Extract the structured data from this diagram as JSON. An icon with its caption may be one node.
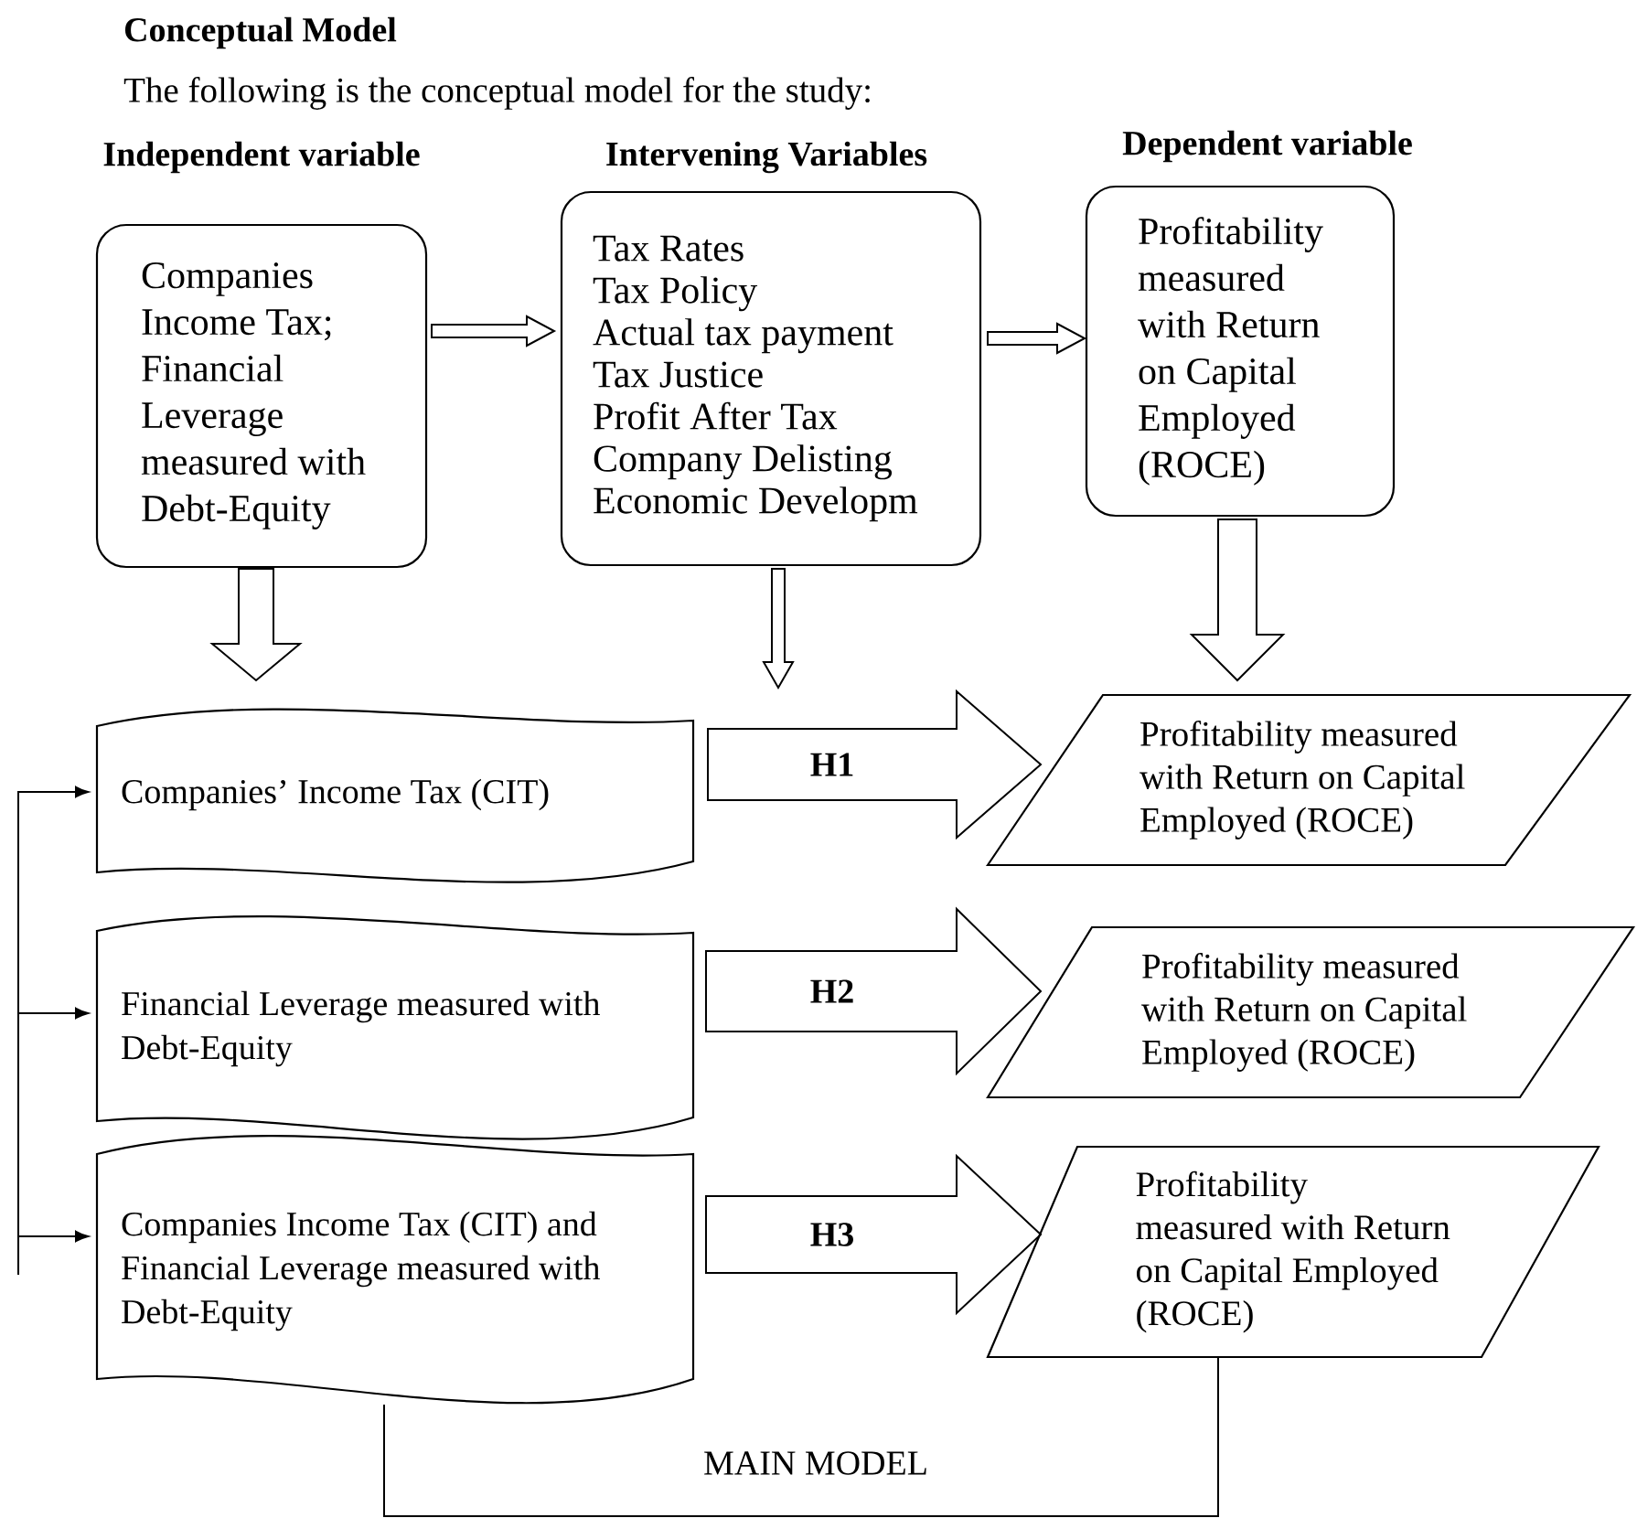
{
  "diagram": {
    "title": "Conceptual Model",
    "labels": [
      "The following is the conceptual model for the study:"
    ],
    "nodes": [
      {
        "text": [
          "Independent variable",
          "Companies Income Tax; Financial Leverage measured with Debt-Equity"
        ]
      },
      {
        "text": [
          "Intervening Variables",
          "Tax Rates",
          "Tax Policy",
          "Actual tax payment",
          "Tax Justice",
          "Profit After Tax",
          "Company Delisting",
          "Economic Developm"
        ]
      },
      {
        "text": [
          "Dependent variable",
          "Profitability measured with Return on Capital Employed (ROCE)"
        ]
      },
      {
        "text": [
          "Companies’ Income Tax (CIT)"
        ]
      },
      {
        "text": [
          "Financial Leverage measured with Debt-Equity"
        ]
      },
      {
        "text": [
          "Companies Income Tax (CIT) and Financial Leverage measured with Debt-Equity"
        ]
      },
      {
        "text": [
          "Profitability measured with Return on Capital Employed (ROCE)"
        ]
      },
      {
        "text": [
          "Profitability measured with Return on Capital Employed (ROCE)"
        ]
      },
      {
        "text": [
          "Profitability measured with Return on Capital Employed (ROCE)"
        ]
      }
    ],
    "edges": [
      {
        "from": 0,
        "to": 1,
        "arrow": "to",
        "style": "thick"
      },
      {
        "from": 1,
        "to": 2,
        "arrow": "to",
        "style": "thick"
      },
      {
        "from": 0,
        "to": 3,
        "arrow": "to",
        "style": "thick"
      },
      {
        "from": 1,
        "to": null,
        "arrow": "to",
        "style": "thick"
      },
      {
        "from": 2,
        "to": 6,
        "arrow": "to",
        "style": "thick"
      },
      {
        "from": 3,
        "to": 6,
        "arrow": "to",
        "style": "thick",
        "label": "H1"
      },
      {
        "from": 4,
        "to": 7,
        "arrow": "to",
        "style": "thick",
        "label": "H2"
      },
      {
        "from": 5,
        "to": 8,
        "arrow": "to",
        "style": "thick",
        "label": "H3"
      },
      {
        "from": null,
        "to": 3,
        "arrow": "to"
      },
      {
        "from": null,
        "to": 4,
        "arrow": "to"
      },
      {
        "from": null,
        "to": 5,
        "arrow": "to"
      },
      {
        "from": 5,
        "to": 8,
        "arrow": "none",
        "label": "MAIN MODEL"
      }
    ]
  }
}
